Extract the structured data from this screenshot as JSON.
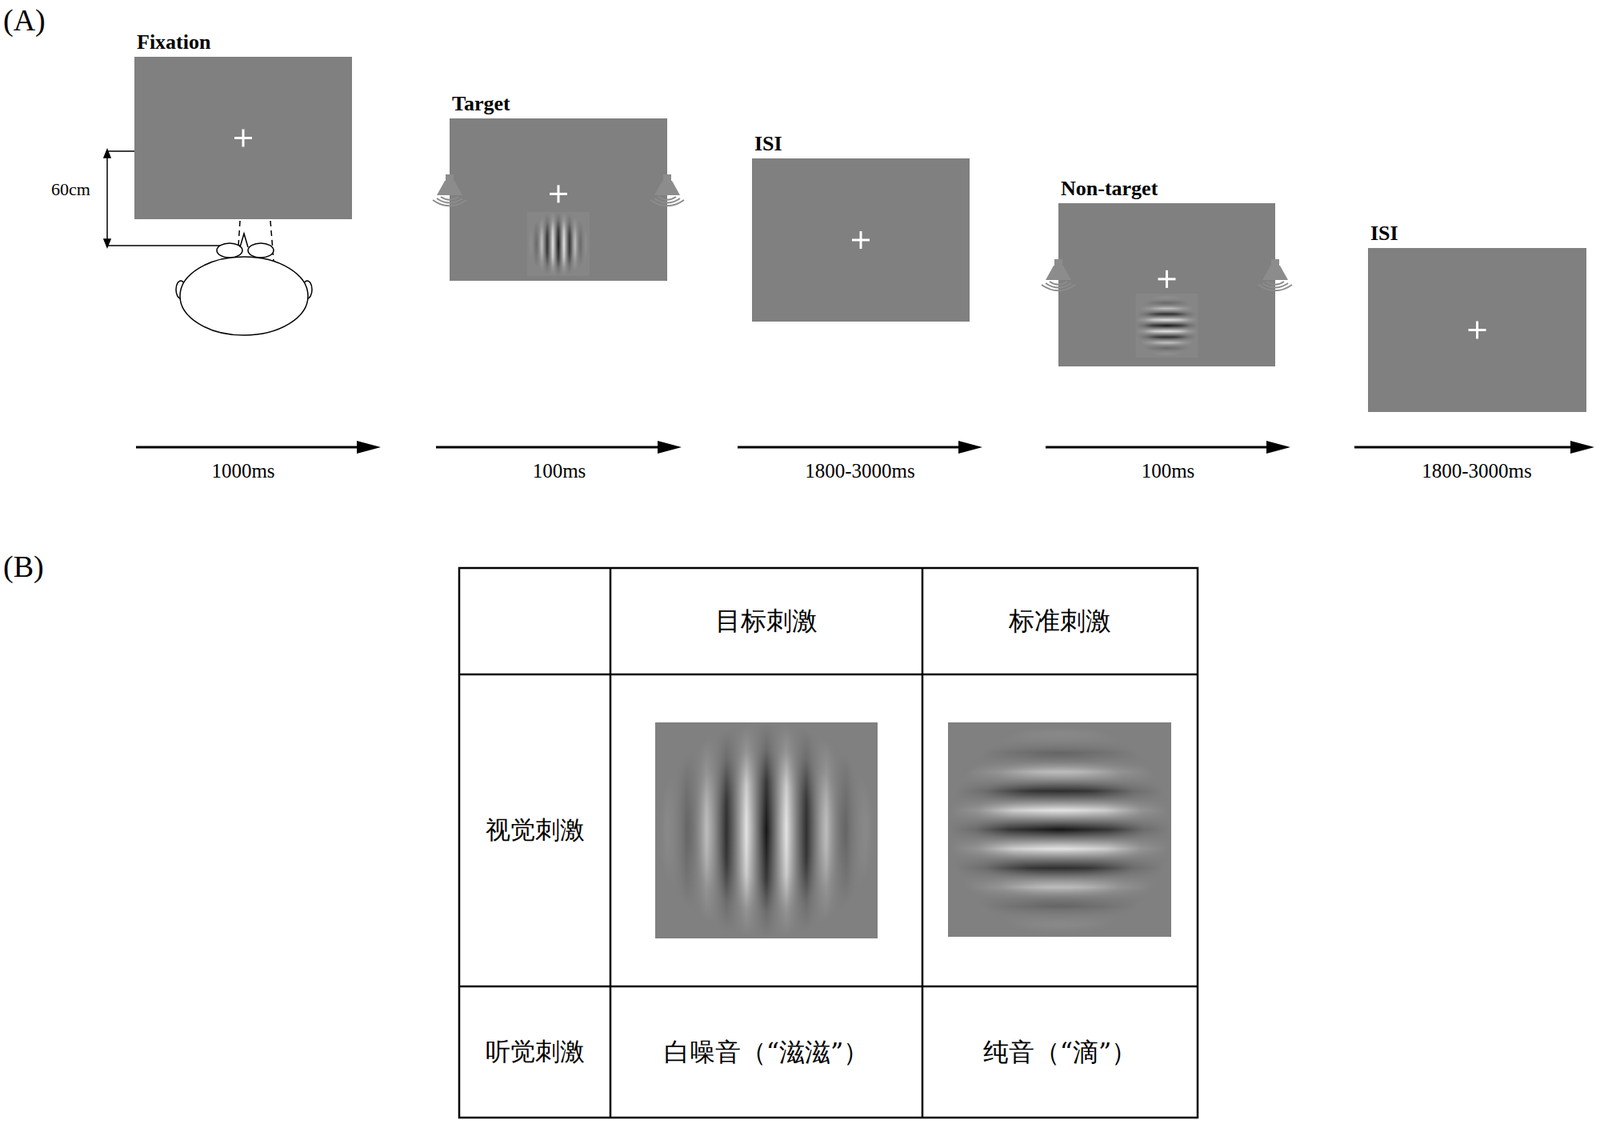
{
  "diagram": {
    "nodes": [
      {
        "text": [
          "Fixation"
        ]
      },
      {
        "text": [
          "Target"
        ]
      },
      {
        "text": [
          "ISI"
        ]
      },
      {
        "text": [
          "Non-target"
        ]
      },
      {
        "text": [
          "ISI"
        ]
      }
    ],
    "labels": [
      "(A)",
      "60cm",
      "1000ms",
      "100ms",
      "1800-3000ms",
      "100ms",
      "1800-3000ms",
      "(B)",
      "目标刺激",
      "标准刺激",
      "视觉刺激",
      "听觉刺激",
      "白噪音（“滋滋”）",
      "纯音（“滴”）"
    ]
  }
}
